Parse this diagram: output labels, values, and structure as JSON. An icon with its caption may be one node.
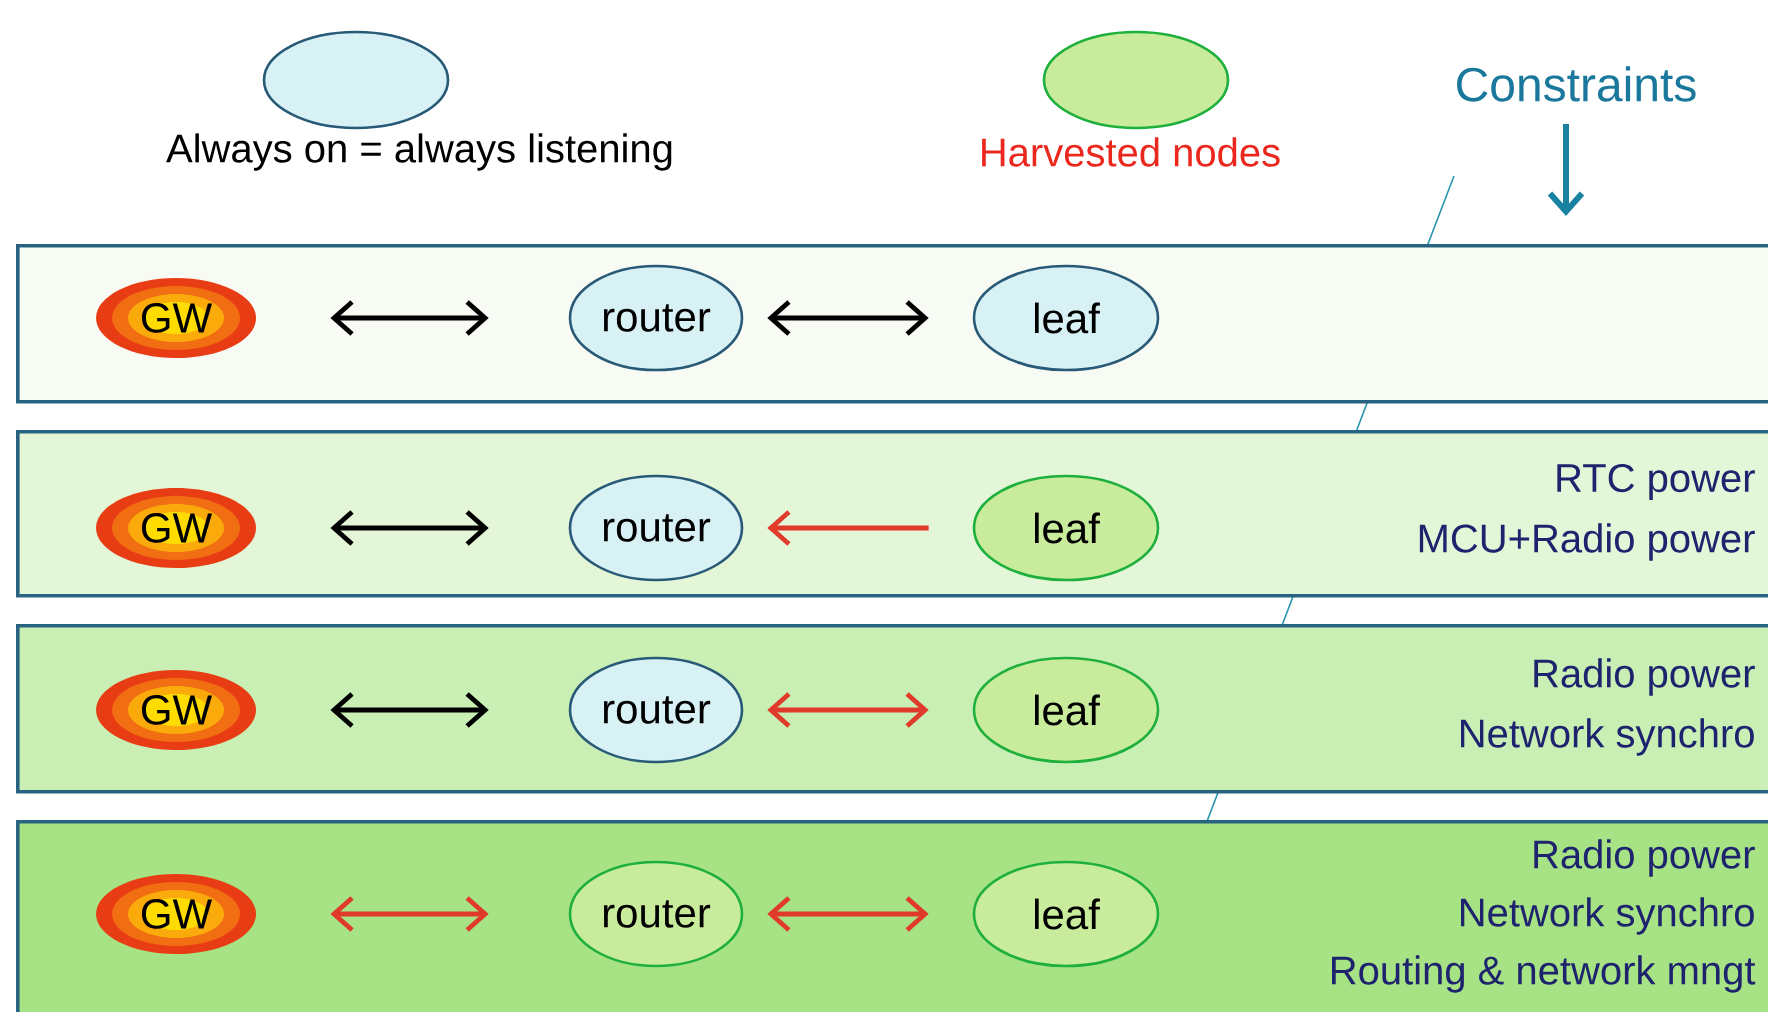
{
  "diagram": {
    "nodes": [
      {
        "text": [],
        "shape": "bar"
      },
      {
        "text": [
          "GW"
        ],
        "in": 0
      },
      {
        "text": [
          "router"
        ],
        "in": 0
      },
      {
        "text": [
          "leaf"
        ],
        "in": 0
      },
      {
        "text": [
          "RTC power",
          "MCU+Radio power"
        ]
      },
      {
        "text": [
          "GW"
        ],
        "in": 4
      },
      {
        "text": [
          "router"
        ],
        "in": 4
      },
      {
        "text": [
          "leaf"
        ],
        "in": 4
      },
      {
        "text": [
          "Radio power",
          "Network synchro"
        ]
      },
      {
        "text": [
          "GW"
        ],
        "in": 8
      },
      {
        "text": [
          "router"
        ],
        "in": 8
      },
      {
        "text": [
          "leaf"
        ],
        "in": 8
      },
      {
        "text": [
          "Radio power",
          "Network synchro",
          "Routing & network mngt"
        ]
      },
      {
        "text": [
          "GW"
        ],
        "in": 12
      },
      {
        "text": [
          "router"
        ],
        "in": 12
      },
      {
        "text": [
          "leaf"
        ],
        "in": 12
      }
    ],
    "edges": [
      {
        "from": 1,
        "to": 2,
        "arrow": "both"
      },
      {
        "from": 2,
        "to": 3,
        "arrow": "both"
      },
      {
        "from": 5,
        "to": 6,
        "arrow": "both"
      },
      {
        "from": 7,
        "to": 6,
        "arrow": "to",
        "color": "#e03a2a"
      },
      {
        "from": 9,
        "to": 10,
        "arrow": "both"
      },
      {
        "from": 10,
        "to": 11,
        "arrow": "both",
        "color": "#e03a2a"
      },
      {
        "from": 13,
        "to": 14,
        "arrow": "both",
        "color": "#e03a2a"
      },
      {
        "from": 14,
        "to": 15,
        "arrow": "both",
        "color": "#e03a2a"
      }
    ],
    "labels": [
      "Constraints"
    ],
    "legend": [
      {
        "text": "Always on = always listening",
        "color": "#d8f1f4"
      },
      {
        "text": "Harvested nodes",
        "color": "#c9ec9c"
      }
    ]
  }
}
